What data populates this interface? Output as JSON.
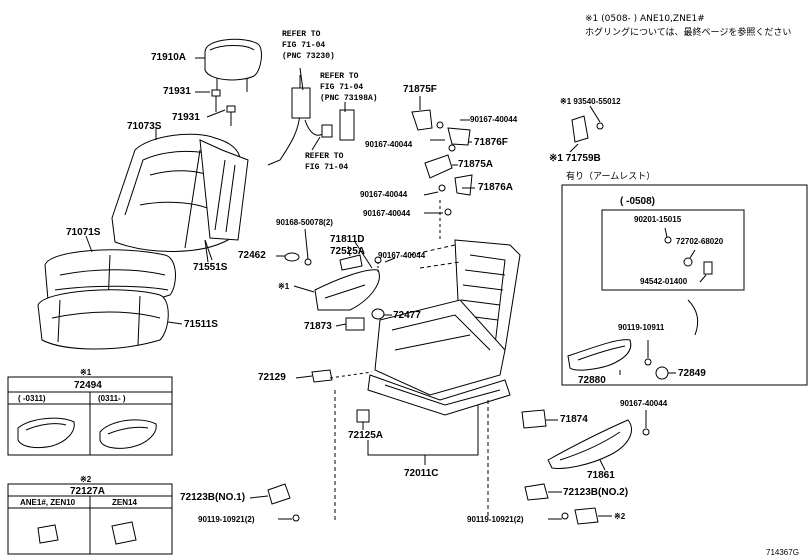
{
  "top_note": {
    "line1": "※1 (0508-   ) ANE10,ZNE1#",
    "line2": "ホグリングについては、最終ページを参照ください"
  },
  "refer_1": [
    "REFER TO",
    "FIG 71-04",
    "(PNC 73230)"
  ],
  "refer_2": [
    "REFER TO",
    "FIG 71-04",
    "(PNC 73198A)"
  ],
  "refer_3": [
    "REFER TO",
    "FIG 71-04"
  ],
  "labels": {
    "p71910A": "71910A",
    "p71931a": "71931",
    "p71931b": "71931",
    "p71073S": "71073S",
    "p71071S": "71071S",
    "p71551S": "71551S",
    "p71511S": "71511S",
    "p71875F": "71875F",
    "p90167_40044a": "90167-40044",
    "p90167_40044b": "90167-40044",
    "p71876F": "71876F",
    "p71875A": "71875A",
    "p90167_40044c": "90167-40044",
    "p71876A": "71876A",
    "p90167_40044d": "90167-40044",
    "p93540": "※1 93540-55012",
    "p71759B": "※1 71759B",
    "p90168": "90168-50078(2)",
    "p71811D": "71811D",
    "p72462": "72462",
    "p72525A": "72525A",
    "p90167_40044e": "90167-40044",
    "mark1": "※1",
    "p72477": "72477",
    "p71873": "71873",
    "p72129": "72129",
    "p71874": "71874",
    "p72125A": "72125A",
    "p72011C": "72011C",
    "p90167_40044f": "90167-40044",
    "p71861": "71861",
    "p72123B_1": "72123B(NO.1)",
    "p72123B_2": "72123B(NO.2)",
    "p90119_10921a": "90119-10921(2)",
    "p90119_10921b": "90119-10921(2)",
    "mark2": "※2",
    "armrest_title": "有り（アームレスト）",
    "armrest_period": "(   -0508)",
    "p90201": "90201-15015",
    "p72702": "72702-68020",
    "p94542": "94542-01400",
    "p90119_10911": "90119-10911",
    "p72880": "72880",
    "p72849": "72849",
    "ref_code": "714367G"
  },
  "box1": {
    "mark": "※1",
    "part": "72494",
    "col1": "(   -0311)",
    "col2": "(0311-   )"
  },
  "box2": {
    "mark": "※2",
    "part": "72127A",
    "col1": "ANE1#, ZEN10",
    "col2": "ZEN14"
  }
}
